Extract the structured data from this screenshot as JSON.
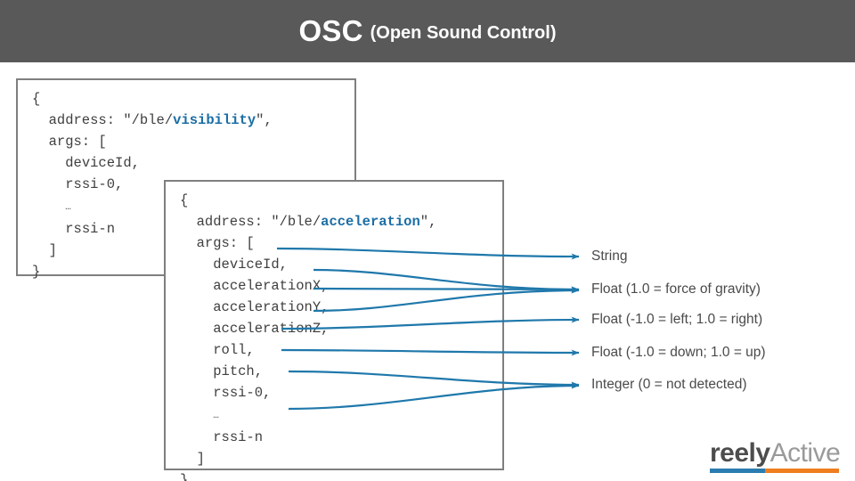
{
  "header": {
    "title_main": "OSC",
    "title_sub": "(Open Sound Control)",
    "background_color": "#595959",
    "text_color": "#ffffff"
  },
  "theme": {
    "accent_blue": "#1b6ea5",
    "connector_blue": "#1f78ab",
    "code_text": "#404040",
    "code_border": "#7f7f7f",
    "label_text": "#4a4a4a"
  },
  "code_blocks": [
    {
      "id": "visibility",
      "address_prefix": "\"/ble/",
      "address_keyword": "visibility",
      "address_suffix": "\",",
      "lines": [
        "{",
        "  address: \"/ble/visibility\",",
        "  args: [",
        "    deviceId,",
        "    rssi-0,",
        "    …",
        "    rssi-n",
        "  ]",
        "}"
      ],
      "args": [
        "deviceId",
        "rssi-0",
        "…",
        "rssi-n"
      ]
    },
    {
      "id": "acceleration",
      "address_prefix": "\"/ble/",
      "address_keyword": "acceleration",
      "address_suffix": "\",",
      "lines": [
        "{",
        "  address: \"/ble/acceleration\",",
        "  args: [",
        "    deviceId,",
        "    accelerationX,",
        "    accelerationY,",
        "    accelerationZ,",
        "    roll,",
        "    pitch,",
        "    rssi-0,",
        "    …",
        "    rssi-n",
        "  ]",
        "}"
      ],
      "args": [
        "deviceId",
        "accelerationX",
        "accelerationY",
        "accelerationZ",
        "roll",
        "pitch",
        "rssi-0",
        "…",
        "rssi-n"
      ]
    }
  ],
  "type_labels": [
    {
      "text": "String",
      "maps_from": [
        "deviceId"
      ]
    },
    {
      "text": "Float (1.0 = force of gravity)",
      "maps_from": [
        "accelerationX",
        "accelerationY",
        "accelerationZ"
      ]
    },
    {
      "text": "Float (-1.0 = left; 1.0 = right)",
      "maps_from": [
        "roll"
      ]
    },
    {
      "text": "Float (-1.0 = down; 1.0 = up)",
      "maps_from": [
        "pitch"
      ]
    },
    {
      "text": "Integer (0 = not detected)",
      "maps_from": [
        "rssi-0",
        "rssi-n"
      ]
    }
  ],
  "logo": {
    "word_first": "reely",
    "word_second": "Active",
    "rule_first_color": "#2b7cb0",
    "rule_second_color": "#f07d1e"
  }
}
